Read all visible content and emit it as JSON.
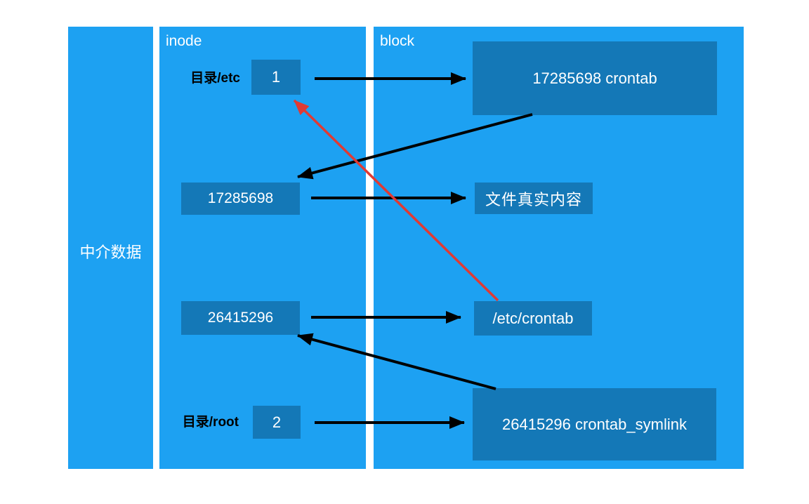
{
  "colors": {
    "panel_blue": "#1da1f2",
    "node_blue": "#1478b7",
    "arrow_black": "#000000",
    "arrow_red": "#e03a34",
    "label_black": "#000000",
    "text_white": "#ffffff",
    "page_background": "#ffffff"
  },
  "left_panel": {
    "label": "中介数据"
  },
  "inode_panel": {
    "header": "inode",
    "dir_etc_label": "目录/etc",
    "dir_root_label": "目录/root",
    "inode_1": "1",
    "inode_17285698": "17285698",
    "inode_26415296": "26415296",
    "inode_2": "2"
  },
  "block_panel": {
    "header": "block",
    "block_crontab": "17285698 crontab",
    "block_file_content": "文件真实内容",
    "block_etc_crontab": "/etc/crontab",
    "block_symlink": "26415296 crontab_symlink"
  },
  "connections": [
    {
      "from": "inode-1",
      "to": "block-17285698-crontab",
      "color": "black",
      "style": "arrow"
    },
    {
      "from": "block-17285698-crontab",
      "to": "inode-17285698",
      "color": "black",
      "style": "arrow"
    },
    {
      "from": "inode-17285698",
      "to": "block-file-content",
      "color": "black",
      "style": "arrow"
    },
    {
      "from": "inode-26415296",
      "to": "block-etc-crontab",
      "color": "black",
      "style": "arrow"
    },
    {
      "from": "block-26415296-crontab-symlink",
      "to": "inode-26415296",
      "color": "black",
      "style": "arrow"
    },
    {
      "from": "inode-2",
      "to": "block-26415296-crontab-symlink",
      "color": "black",
      "style": "arrow"
    },
    {
      "from": "block-etc-crontab",
      "to": "inode-1",
      "color": "red",
      "style": "arrow"
    }
  ]
}
